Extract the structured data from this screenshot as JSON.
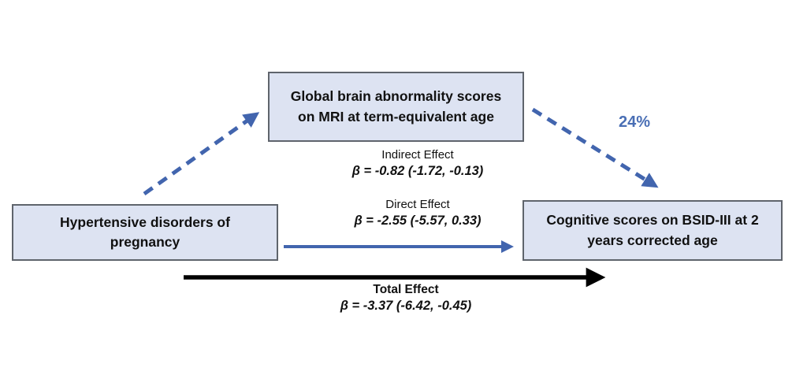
{
  "diagram": {
    "type": "mediation-path-diagram",
    "boxes": {
      "exposure": {
        "label": "Hypertensive disorders of pregnancy"
      },
      "mediator": {
        "label": "Global brain abnormality scores on MRI at term-equivalent age"
      },
      "outcome": {
        "label": "Cognitive scores on BSID-III at 2 years corrected age"
      }
    },
    "effects": {
      "indirect": {
        "label": "Indirect Effect",
        "beta": "β = -0.82 (-1.72, -0.13)"
      },
      "direct": {
        "label": "Direct Effect",
        "beta": "β = -2.55 (-5.57, 0.33)"
      },
      "total": {
        "label": "Total Effect",
        "beta": "β = -3.37 (-6.42, -0.45)"
      }
    },
    "mediated_proportion": "24%",
    "colors": {
      "box_fill": "#dde3f2",
      "box_border": "#5f646c",
      "blue": "#4265ae",
      "black": "#000000",
      "percent": "#4a6fb5",
      "text": "#111111"
    }
  }
}
